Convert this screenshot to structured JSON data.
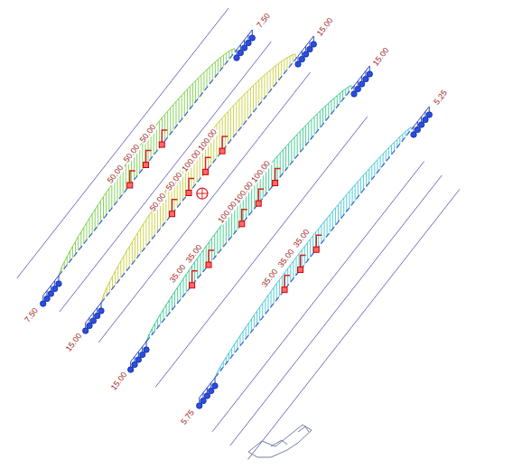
{
  "diagram": {
    "labels": [
      "7.50",
      "15.00",
      "15.00",
      "5.25",
      "7.50",
      "15.00",
      "15.00",
      "5.75",
      "50.00",
      "50.00",
      "50.00",
      "50.00",
      "50.00",
      "100.00",
      "100.00",
      "35.00",
      "35.00",
      "100.00",
      "100.00",
      "100.00",
      "35.00",
      "35.00",
      "35.00"
    ]
  }
}
